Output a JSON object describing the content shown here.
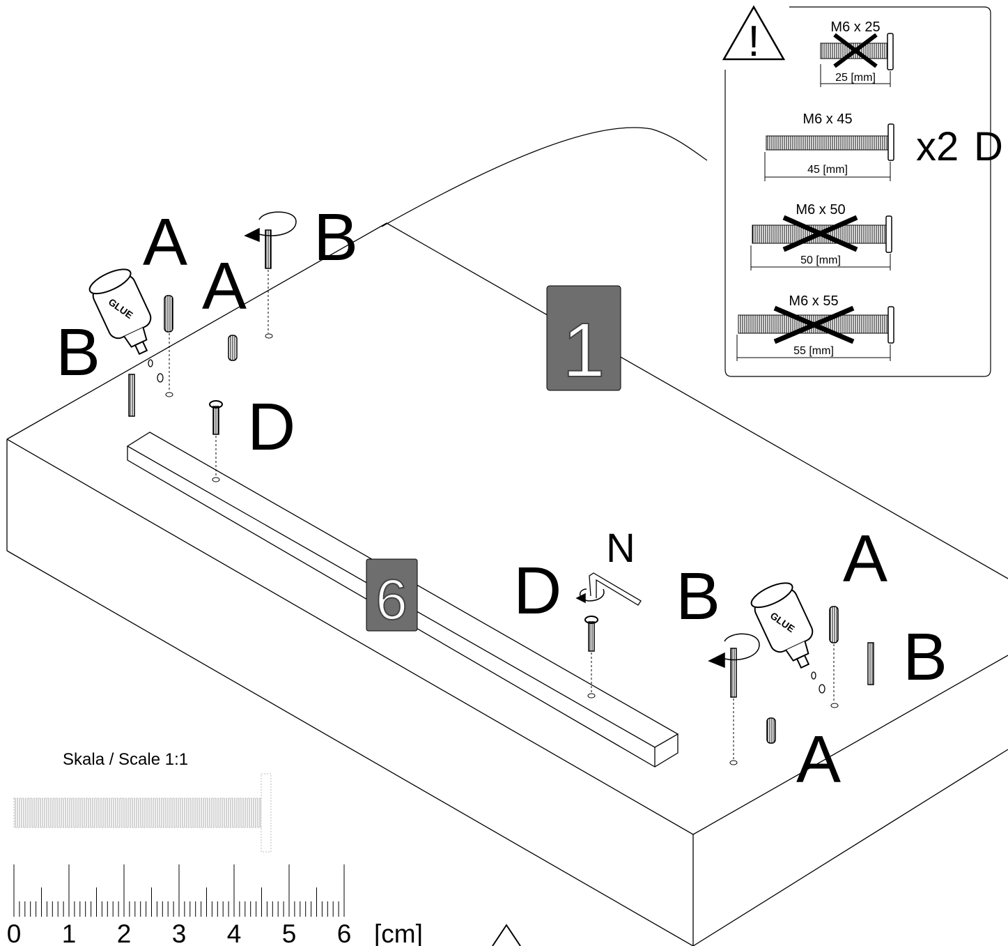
{
  "labels": {
    "a": "A",
    "b": "B",
    "d": "D",
    "n": "N"
  },
  "steps": {
    "top_panel": "1",
    "rail": "6"
  },
  "warning": {
    "symbol": "!",
    "multiplier": "x2",
    "part_label": "D",
    "screws": [
      {
        "name": "M6 x 25",
        "dimension": "25 [mm]",
        "crossed_out": true
      },
      {
        "name": "M6 x 45",
        "dimension": "45 [mm]",
        "crossed_out": false
      },
      {
        "name": "M6 x 50",
        "dimension": "50 [mm]",
        "crossed_out": true
      },
      {
        "name": "M6 x 55",
        "dimension": "55 [mm]",
        "crossed_out": true
      }
    ]
  },
  "glue": "GLUE",
  "scale": {
    "title": "Skala / Scale 1:1",
    "numbers": [
      "0",
      "1",
      "2",
      "3",
      "4",
      "5",
      "6"
    ],
    "unit": "[cm]"
  },
  "colors": {
    "step_box": "#6e6e6e",
    "line": "#000000"
  }
}
